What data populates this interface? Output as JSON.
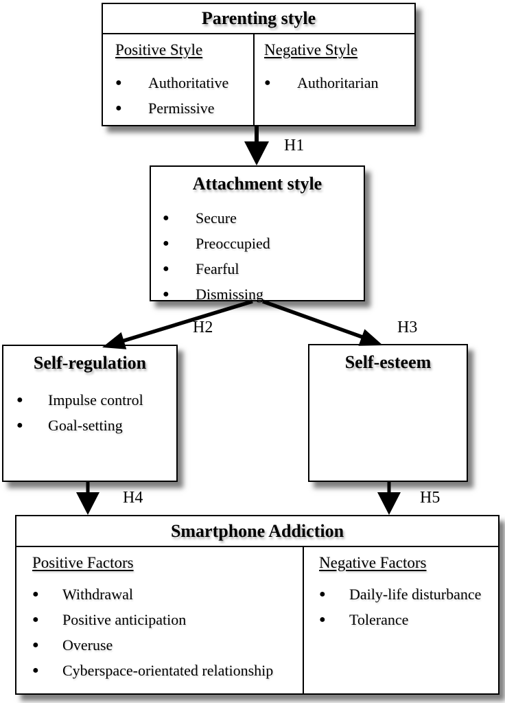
{
  "glyphs": {
    "bullet": "●"
  },
  "colors": {
    "ink": "#000000",
    "paper": "#ffffff"
  },
  "boxes": {
    "parenting": {
      "title": "Parenting style",
      "positive": {
        "heading": "Positive Style",
        "items": [
          "Authoritative",
          "Permissive"
        ]
      },
      "negative": {
        "heading": "Negative Style",
        "items": [
          "Authoritarian"
        ]
      }
    },
    "attachment": {
      "title": "Attachment style",
      "items": [
        "Secure",
        "Preoccupied",
        "Fearful",
        "Dismissing"
      ]
    },
    "self_regulation": {
      "title": "Self-regulation",
      "items": [
        "Impulse control",
        "Goal-setting"
      ]
    },
    "self_esteem": {
      "title": "Self-esteem"
    },
    "smartphone": {
      "title": "Smartphone Addiction",
      "positive": {
        "heading": "Positive Factors",
        "items": [
          "Withdrawal",
          "Positive anticipation",
          "Overuse",
          "Cyberspace-orientated relationship"
        ]
      },
      "negative": {
        "heading": "Negative Factors",
        "items": [
          "Daily-life disturbance",
          "Tolerance"
        ]
      }
    }
  },
  "arrows": {
    "h1": {
      "label": "H1"
    },
    "h2": {
      "label": "H2"
    },
    "h3": {
      "label": "H3"
    },
    "h4": {
      "label": "H4"
    },
    "h5": {
      "label": "H5"
    }
  }
}
